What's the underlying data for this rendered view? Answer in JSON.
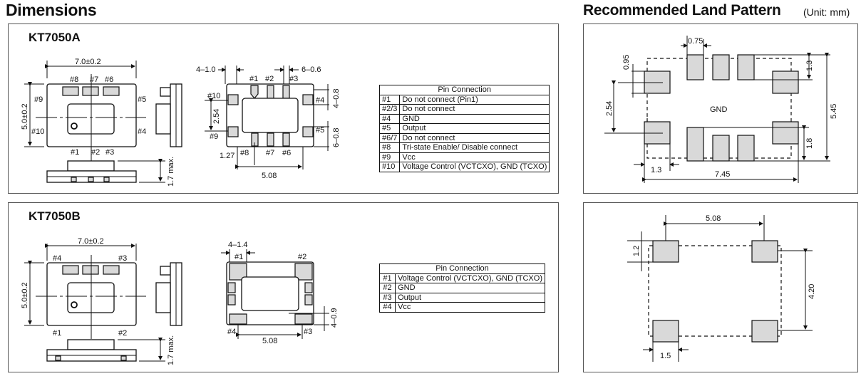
{
  "headings": {
    "dimensions": "Dimensions",
    "land_pattern": "Recommended Land Pattern",
    "unit": "(Unit: mm)"
  },
  "kt7050a": {
    "name": "KT7050A",
    "top_view": {
      "width_dim": "7.0±0.2",
      "height_dim": "5.0±0.2",
      "pins": [
        "#8",
        "#7",
        "#6",
        "#9",
        "#5",
        "#10",
        "#4",
        "#1",
        "#2",
        "#3"
      ],
      "height_max": "1.7 max."
    },
    "bottom_view": {
      "pad_width_top": "4–1.0",
      "pad_width_6": "6–0.6",
      "pitch_vertical": "2.54",
      "pad_h_4": "4–0.8",
      "pad_h_6": "6–0.8",
      "pitch_127": "1.27",
      "span": "5.08",
      "pins": [
        "#1",
        "#2",
        "#3",
        "#10",
        "#4",
        "#9",
        "#5",
        "#8",
        "#7",
        "#6"
      ]
    },
    "pin_table": {
      "header": "Pin Connection",
      "rows": [
        {
          "pin": "#1",
          "desc": "Do not connect (Pin1)"
        },
        {
          "pin": "#2/3",
          "desc": "Do not connect"
        },
        {
          "pin": "#4",
          "desc": "GND"
        },
        {
          "pin": "#5",
          "desc": "Output"
        },
        {
          "pin": "#6/7",
          "desc": "Do not connect"
        },
        {
          "pin": "#8",
          "desc": "Tri-state Enable/ Disable connect"
        },
        {
          "pin": "#9",
          "desc": "Vcc"
        },
        {
          "pin": "#10",
          "desc": "Voltage Control (VCTCXO), GND (TCXO)"
        }
      ]
    },
    "land": {
      "pad_w": "0.75",
      "pad_h": "0.95",
      "top_h": "1.3",
      "total_h": "5.45",
      "pitch": "2.54",
      "center": "GND",
      "bot_h": "1.8",
      "side_w": "1.3",
      "total_w": "7.45"
    }
  },
  "kt7050b": {
    "name": "KT7050B",
    "top_view": {
      "width_dim": "7.0±0.2",
      "height_dim": "5.0±0.2",
      "pins": [
        "#4",
        "#3",
        "#1",
        "#2"
      ],
      "height_max": "1.7 max."
    },
    "bottom_view": {
      "pad_w": "4–1.4",
      "pad_h": "4–0.9",
      "span": "5.08",
      "pins": [
        "#1",
        "#2",
        "#4",
        "#3"
      ]
    },
    "pin_table": {
      "header": "Pin Connection",
      "rows": [
        {
          "pin": "#1",
          "desc": "Voltage Control (VCTCXO), GND (TCXO)"
        },
        {
          "pin": "#2",
          "desc": "GND"
        },
        {
          "pin": "#3",
          "desc": "Output"
        },
        {
          "pin": "#4",
          "desc": "Vcc"
        }
      ]
    },
    "land": {
      "span": "5.08",
      "pad_h": "1.2",
      "pitch_v": "4.20",
      "pad_w": "1.5"
    }
  }
}
